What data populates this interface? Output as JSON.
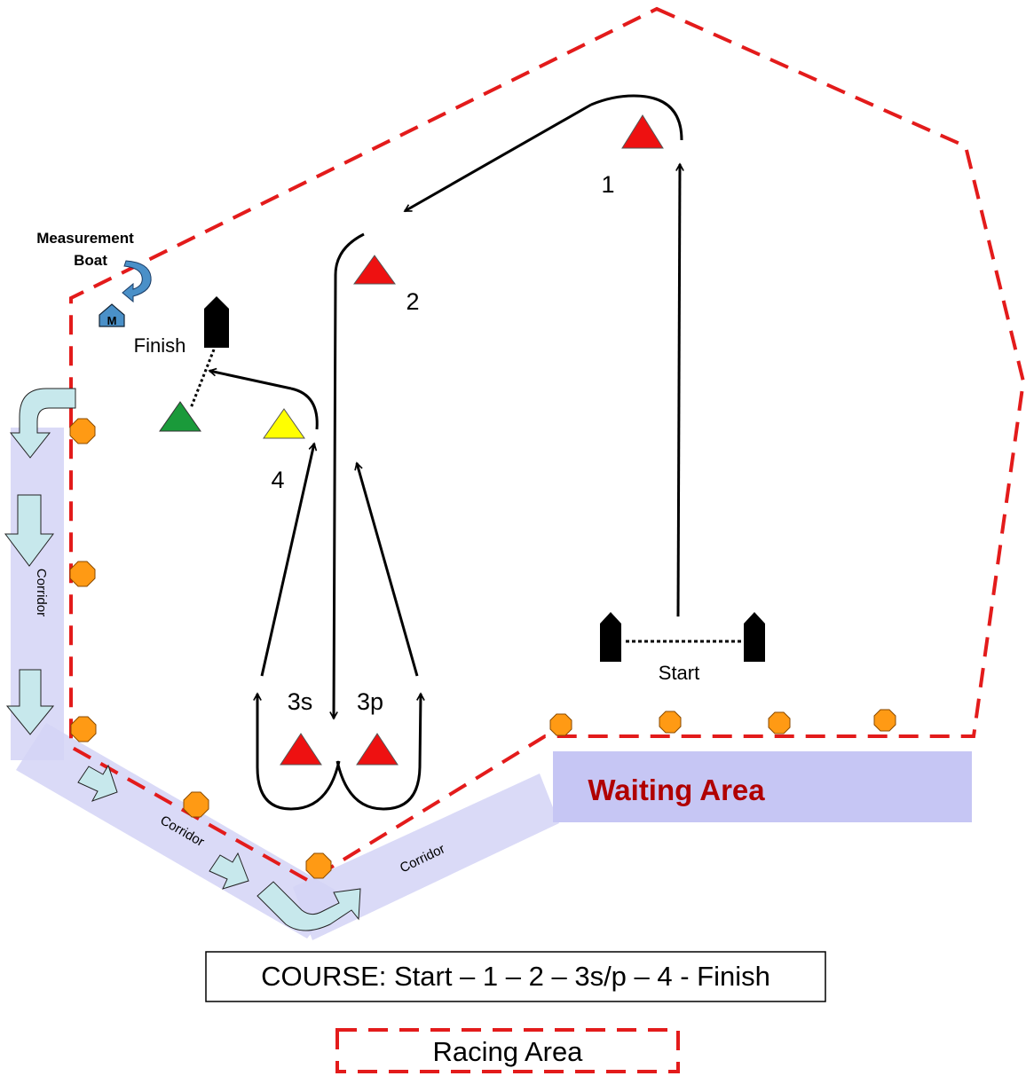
{
  "labels": {
    "measurement_boat_line1": "Measurement",
    "measurement_boat_line2": "Boat",
    "measurement_boat_letter": "M",
    "finish": "Finish",
    "start": "Start",
    "mark_1": "1",
    "mark_2": "2",
    "mark_3s": "3s",
    "mark_3p": "3p",
    "mark_4": "4",
    "corridor_left": "Corridor",
    "corridor_bottom_left": "Corridor",
    "corridor_bottom_right": "Corridor",
    "waiting_area": "Waiting Area",
    "course": "COURSE:  Start – 1 – 2 – 3s/p – 4 - Finish",
    "racing_area_legend": "Racing Area"
  },
  "colors": {
    "boundary": "#e31b1b",
    "mark_red": "#ee1111",
    "mark_yellow": "#ffff00",
    "mark_green": "#1a9a3a",
    "buoy_orange": "#ff9a14",
    "corridor_fill": "#c9c9f2",
    "waiting_fill": "#c6c6f4",
    "waiting_text": "#b00000",
    "arrow_fill": "#c7e8ec",
    "boat_blue": "#4a90c8"
  }
}
